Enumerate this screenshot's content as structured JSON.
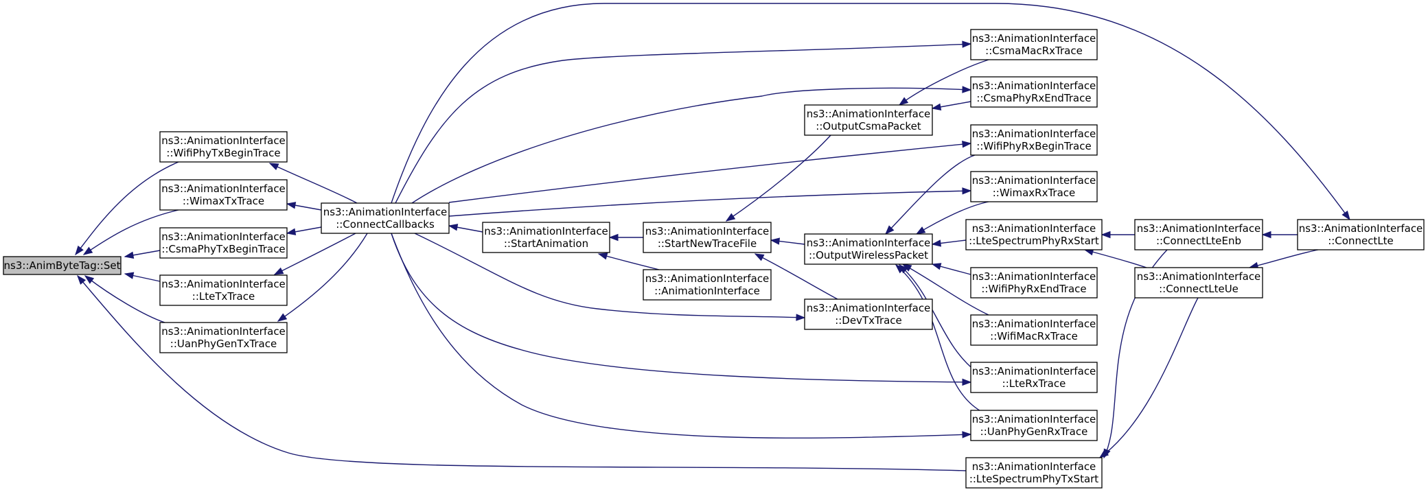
{
  "graph": {
    "type": "caller-graph",
    "nodes": [
      {
        "id": "set",
        "lines": [
          "ns3::AnimByteTag::Set"
        ],
        "highlighted": true
      },
      {
        "id": "wifiphytxbegin",
        "lines": [
          "ns3::AnimationInterface",
          "::WifiPhyTxBeginTrace"
        ]
      },
      {
        "id": "wimaxtx",
        "lines": [
          "ns3::AnimationInterface",
          "::WimaxTxTrace"
        ]
      },
      {
        "id": "csmaphytxbegin",
        "lines": [
          "ns3::AnimationInterface",
          "::CsmaPhyTxBeginTrace"
        ]
      },
      {
        "id": "ltetx",
        "lines": [
          "ns3::AnimationInterface",
          "::LteTxTrace"
        ]
      },
      {
        "id": "uanphygentx",
        "lines": [
          "ns3::AnimationInterface",
          "::UanPhyGenTxTrace"
        ]
      },
      {
        "id": "connectcallbacks",
        "lines": [
          "ns3::AnimationInterface",
          "::ConnectCallbacks"
        ]
      },
      {
        "id": "startanimation",
        "lines": [
          "ns3::AnimationInterface",
          "::StartAnimation"
        ]
      },
      {
        "id": "startnewtracefile",
        "lines": [
          "ns3::AnimationInterface",
          "::StartNewTraceFile"
        ]
      },
      {
        "id": "animationinterface",
        "lines": [
          "ns3::AnimationInterface",
          "::AnimationInterface"
        ]
      },
      {
        "id": "outputcsmapacket",
        "lines": [
          "ns3::AnimationInterface",
          "::OutputCsmaPacket"
        ]
      },
      {
        "id": "outputwirelesspacket",
        "lines": [
          "ns3::AnimationInterface",
          "::OutputWirelessPacket"
        ]
      },
      {
        "id": "devtx",
        "lines": [
          "ns3::AnimationInterface",
          "::DevTxTrace"
        ]
      },
      {
        "id": "csmamacrx",
        "lines": [
          "ns3::AnimationInterface",
          "::CsmaMacRxTrace"
        ]
      },
      {
        "id": "csmaphyrxend",
        "lines": [
          "ns3::AnimationInterface",
          "::CsmaPhyRxEndTrace"
        ]
      },
      {
        "id": "wifiphyrxbegin",
        "lines": [
          "ns3::AnimationInterface",
          "::WifiPhyRxBeginTrace"
        ]
      },
      {
        "id": "wimaxrx",
        "lines": [
          "ns3::AnimationInterface",
          "::WimaxRxTrace"
        ]
      },
      {
        "id": "ltespectrumphyrxstart",
        "lines": [
          "ns3::AnimationInterface",
          "::LteSpectrumPhyRxStart"
        ]
      },
      {
        "id": "wifiphyrxend",
        "lines": [
          "ns3::AnimationInterface",
          "::WifiPhyRxEndTrace"
        ]
      },
      {
        "id": "wifimacrx",
        "lines": [
          "ns3::AnimationInterface",
          "::WifiMacRxTrace"
        ]
      },
      {
        "id": "lterx",
        "lines": [
          "ns3::AnimationInterface",
          "::LteRxTrace"
        ]
      },
      {
        "id": "uanphygenrx",
        "lines": [
          "ns3::AnimationInterface",
          "::UanPhyGenRxTrace"
        ]
      },
      {
        "id": "ltespectrumphytxstart",
        "lines": [
          "ns3::AnimationInterface",
          "::LteSpectrumPhyTxStart"
        ]
      },
      {
        "id": "connectlteenb",
        "lines": [
          "ns3::AnimationInterface",
          "::ConnectLteEnb"
        ]
      },
      {
        "id": "connectlteue",
        "lines": [
          "ns3::AnimationInterface",
          "::ConnectLteUe"
        ]
      },
      {
        "id": "connectlte",
        "lines": [
          "ns3::AnimationInterface",
          "::ConnectLte"
        ]
      }
    ],
    "edges": [
      {
        "from": "wifiphytxbegin",
        "to": "set"
      },
      {
        "from": "wimaxtx",
        "to": "set"
      },
      {
        "from": "csmaphytxbegin",
        "to": "set"
      },
      {
        "from": "ltetx",
        "to": "set"
      },
      {
        "from": "uanphygentx",
        "to": "set"
      },
      {
        "from": "ltespectrumphytxstart",
        "to": "set"
      },
      {
        "from": "connectcallbacks",
        "to": "wifiphytxbegin"
      },
      {
        "from": "connectcallbacks",
        "to": "wimaxtx"
      },
      {
        "from": "connectcallbacks",
        "to": "csmaphytxbegin"
      },
      {
        "from": "connectcallbacks",
        "to": "ltetx"
      },
      {
        "from": "connectcallbacks",
        "to": "uanphygentx"
      },
      {
        "from": "startanimation",
        "to": "connectcallbacks"
      },
      {
        "from": "startnewtracefile",
        "to": "startanimation"
      },
      {
        "from": "animationinterface",
        "to": "startanimation"
      },
      {
        "from": "outputcsmapacket",
        "to": "startnewtracefile"
      },
      {
        "from": "outputwirelesspacket",
        "to": "startnewtracefile"
      },
      {
        "from": "devtx",
        "to": "startnewtracefile"
      },
      {
        "from": "connectcallbacks",
        "to": "csmamacrx"
      },
      {
        "from": "connectcallbacks",
        "to": "csmaphyrxend"
      },
      {
        "from": "connectcallbacks",
        "to": "wifiphyrxbegin"
      },
      {
        "from": "connectcallbacks",
        "to": "wimaxrx"
      },
      {
        "from": "connectcallbacks",
        "to": "devtx"
      },
      {
        "from": "connectcallbacks",
        "to": "lterx"
      },
      {
        "from": "connectcallbacks",
        "to": "uanphygenrx"
      },
      {
        "from": "csmamacrx",
        "to": "outputcsmapacket"
      },
      {
        "from": "csmaphyrxend",
        "to": "outputcsmapacket"
      },
      {
        "from": "wifiphyrxbegin",
        "to": "outputwirelesspacket"
      },
      {
        "from": "wimaxrx",
        "to": "outputwirelesspacket"
      },
      {
        "from": "ltespectrumphyrxstart",
        "to": "outputwirelesspacket"
      },
      {
        "from": "wifiphyrxend",
        "to": "outputwirelesspacket"
      },
      {
        "from": "wifimacrx",
        "to": "outputwirelesspacket"
      },
      {
        "from": "lterx",
        "to": "outputwirelesspacket"
      },
      {
        "from": "uanphygenrx",
        "to": "outputwirelesspacket"
      },
      {
        "from": "connectlteenb",
        "to": "ltespectrumphyrxstart"
      },
      {
        "from": "connectlteue",
        "to": "ltespectrumphyrxstart"
      },
      {
        "from": "connectlteenb",
        "to": "ltespectrumphytxstart"
      },
      {
        "from": "connectlteue",
        "to": "ltespectrumphytxstart"
      },
      {
        "from": "connectlte",
        "to": "connectlteenb"
      },
      {
        "from": "connectlte",
        "to": "connectlteue"
      },
      {
        "from": "connectlte",
        "to": "connectcallbacks"
      }
    ]
  }
}
